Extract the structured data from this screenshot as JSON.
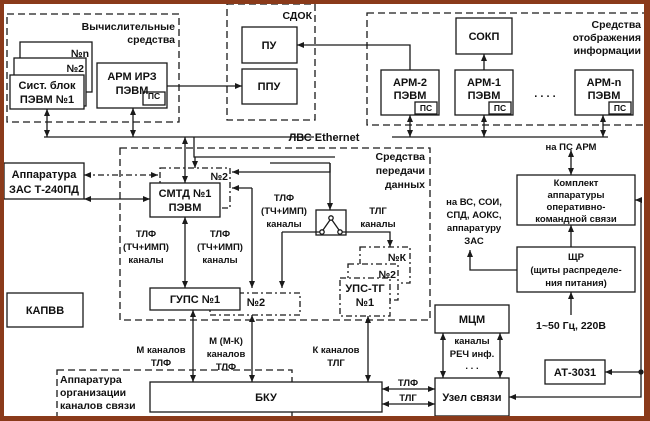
{
  "colors": {
    "frame": "#8a3a1a",
    "line": "#1a1a1a",
    "background": "#ffffff"
  },
  "groups": {
    "computing": [
      "Вычислительные",
      "средства"
    ],
    "sdok": "СДОК",
    "display": [
      "Средства",
      "отображения",
      "информации"
    ],
    "transfer": [
      "Средства",
      "передачи",
      "данных"
    ],
    "channels_org": [
      "Аппаратура",
      "организации",
      "каналов связи"
    ]
  },
  "blocks": {
    "sys_unit": [
      "Сист. блок",
      "ПЭВМ №1"
    ],
    "sys_unit_2": "№2",
    "sys_unit_n": "№n",
    "arm_irz": [
      "АРМ ИРЗ",
      "ПЭВМ"
    ],
    "pu": "ПУ",
    "ppu": "ППУ",
    "sokp": "СОКП",
    "arm2": [
      "АРМ-2",
      "ПЭВМ"
    ],
    "arm1": [
      "АРМ-1",
      "ПЭВМ"
    ],
    "armn": [
      "АРМ-n",
      "ПЭВМ"
    ],
    "ps": "ПС",
    "ellipsis": ". . . .",
    "zas": [
      "Аппаратура",
      "ЗАС Т-240ПД"
    ],
    "smtd": [
      "СМТД №1",
      "ПЭВМ"
    ],
    "smtd_2": "№2",
    "gups": "ГУПС №1",
    "gups_2": "№2",
    "ups": [
      "УПС-ТГ",
      "№1"
    ],
    "ups_2": "№2",
    "ups_k": "№К",
    "kapvv": "КАПВВ",
    "bku": "БКУ",
    "mcm": "МЦМ",
    "uzel": "Узел связи",
    "at": "АТ-3031",
    "komplekt": [
      "Комплект",
      "аппаратуры",
      "оперативно-",
      "командной связи"
    ],
    "shr": [
      "ЩР",
      "(щиты распределе-",
      "ния питания)"
    ]
  },
  "labels": {
    "lan": "ЛВС Ethernet",
    "tlf_ch": [
      "ТЛФ",
      "(ТЧ+ИМП)",
      "каналы"
    ],
    "tlg_ch": [
      "ТЛГ",
      "каналы"
    ],
    "m_ch": [
      "М каналов",
      "ТЛФ"
    ],
    "mk_ch": [
      "М (М-К)",
      "каналов",
      "ТЛФ"
    ],
    "k_ch": [
      "К каналов",
      "ТЛГ"
    ],
    "rech": [
      "каналы",
      "РЕЧ инф.",
      ". . ."
    ],
    "tlf": "ТЛФ",
    "tlg": "ТЛГ",
    "na_ps": "на ПС АРМ",
    "na_vs": [
      "на ВС, СОИ,",
      "СПД, АОКС,",
      "аппаратуру",
      "ЗАС"
    ],
    "power": "1~50 Гц, 220В"
  }
}
